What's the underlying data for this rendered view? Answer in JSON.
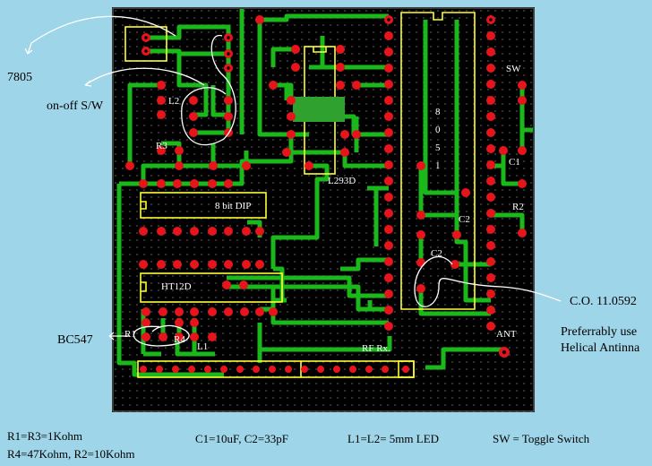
{
  "annotations": {
    "reg": "7805",
    "switch": "on-off S/W",
    "transistor": "BC547",
    "crystal": "C.O. 11.0592",
    "antenna_note_1": "Preferrably use",
    "antenna_note_2": "Helical Antinna"
  },
  "board_labels": {
    "l2": "L2",
    "r3": "R3",
    "dip": "8 bit DIP",
    "driver": "L293D",
    "mcu_chars": [
      "8",
      "0",
      "5",
      "1"
    ],
    "sw": "SW",
    "c1": "C1",
    "r2": "R2",
    "c2a": "C2",
    "c2b": "C2",
    "ht": "HT12D",
    "r1": "R1",
    "r4": "R4",
    "l1": "L1",
    "rfrx": "RF Rx.",
    "ant": "ANT"
  },
  "legend": {
    "resistors_1": "R1=R3=1Kohm",
    "resistors_2": "R4=47Kohm, R2=10Kohm",
    "caps": "C1=10uF, C2=33pF",
    "leds": "L1=L2= 5mm LED",
    "sw": "SW = Toggle Switch"
  },
  "colors": {
    "board": "#000000",
    "trace": "#1bb81b",
    "pad": "#e8141c",
    "silk": "#ffff33",
    "note_ink": "#ffffff"
  }
}
